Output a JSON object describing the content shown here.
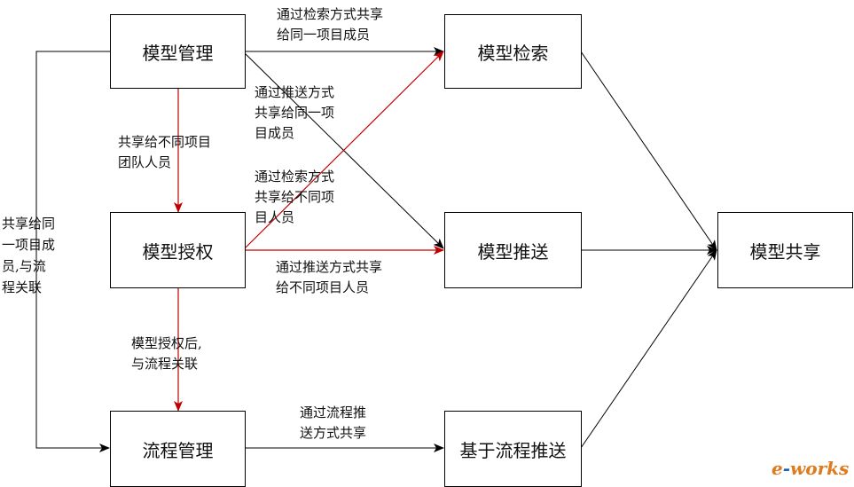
{
  "boxes": {
    "model_mgmt": "模型管理",
    "model_search": "模型检索",
    "model_auth": "模型授权",
    "model_push": "模型推送",
    "process_mgmt": "流程管理",
    "process_push": "基于流程推送",
    "model_share": "模型共享"
  },
  "edge_labels": {
    "search_same_project": [
      "通过检索方式共享",
      "给同一项目成员"
    ],
    "push_same_project": [
      "通过推送方式",
      "共享给同一项",
      "目成员"
    ],
    "share_other_teams": [
      "共享给不同项目",
      "团队人员"
    ],
    "search_other_projects": [
      "通过检索方式",
      "共享给不同项",
      "目人员"
    ],
    "push_other_projects": [
      "通过推送方式共享",
      "给不同项目人员"
    ],
    "auth_then_process": [
      "模型授权后,",
      "与流程关联"
    ],
    "share_with_process": [
      "共享给同",
      "一项目成",
      "员,与流",
      "程关联"
    ],
    "process_push_share": [
      "通过流程推",
      "送方式共享"
    ]
  },
  "colors": {
    "black_edge": "#000000",
    "red_edge": "#c00000"
  },
  "logo": {
    "prefix": "e",
    "sep": "-",
    "suffix": "works"
  }
}
